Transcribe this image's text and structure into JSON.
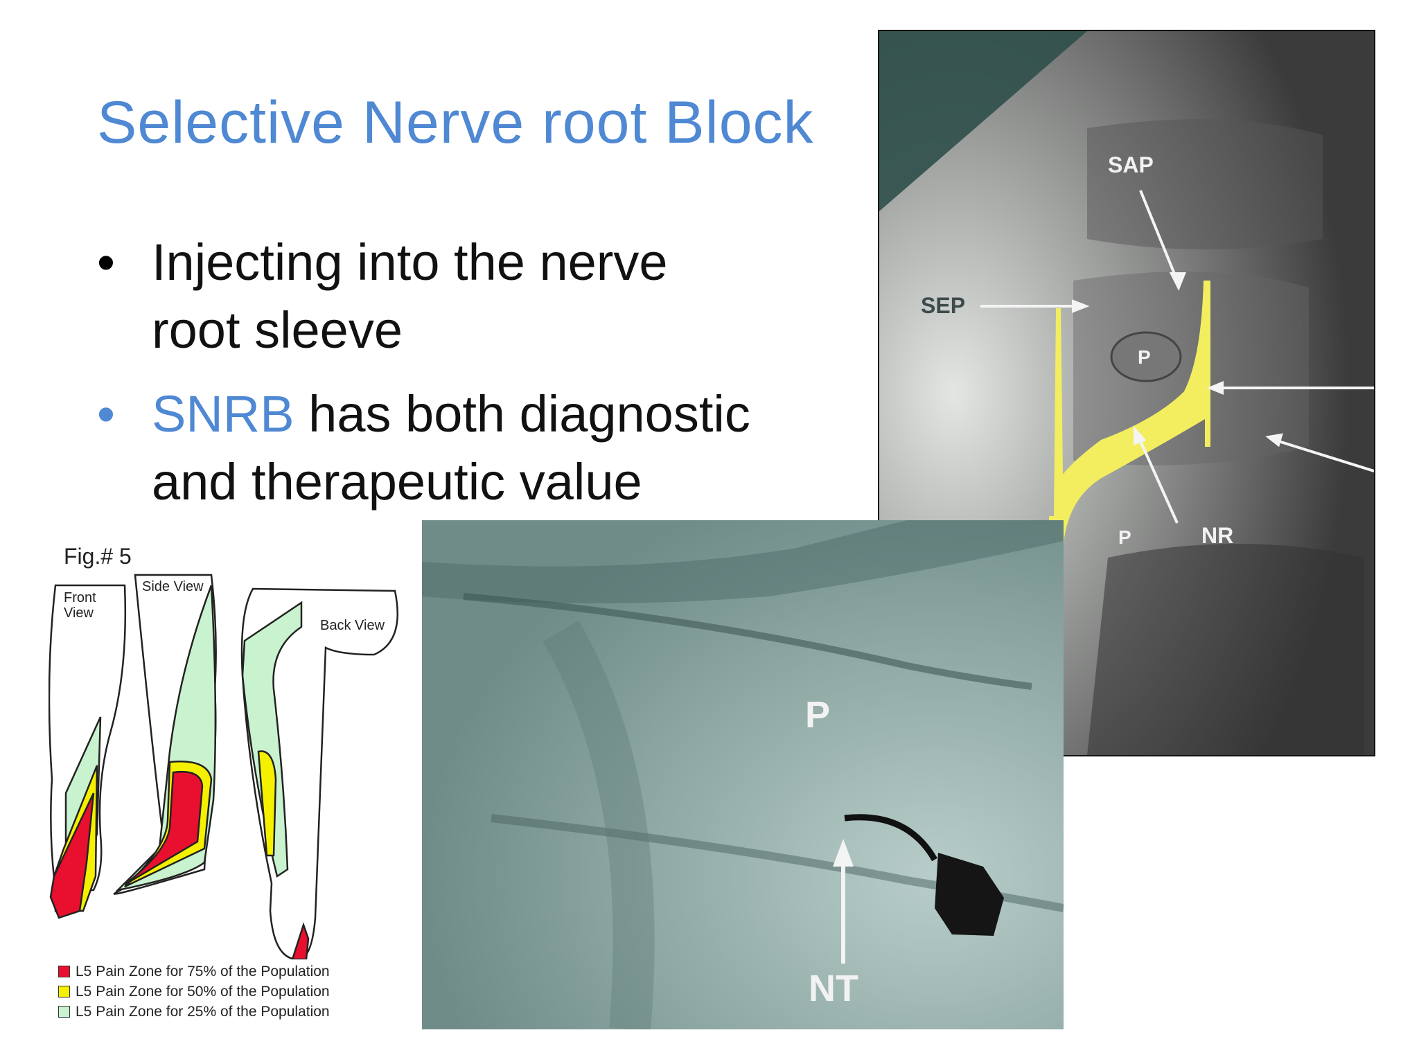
{
  "slide": {
    "title": "Selective Nerve root Block",
    "bullets": [
      {
        "lines": [
          "Injecting into the nerve",
          "root sleeve"
        ]
      },
      {
        "highlight": "SNRB",
        "lines": [
          " has both diagnostic",
          "and therapeutic value"
        ]
      }
    ],
    "colors": {
      "title": "#4f88d3",
      "highlight": "#4f88d3",
      "contrast": "#f2ee60"
    }
  },
  "xray_right": {
    "labels": {
      "sap": "SAP",
      "sep": "SEP",
      "p1": "P",
      "p2": "P",
      "nr": "NR"
    }
  },
  "xray_bottom": {
    "labels": {
      "p": "P",
      "nt": "NT"
    }
  },
  "figure": {
    "caption": "Fig.# 5",
    "views": {
      "front": "Front View",
      "side": "Side View",
      "back": "Back View"
    },
    "legend": [
      {
        "label": "L5 Pain Zone for 75% of the Population",
        "color": "#e8102e"
      },
      {
        "label": "L5 Pain Zone for 50% of the Population",
        "color": "#f5f000"
      },
      {
        "label": "L5 Pain Zone for 25% of the Population",
        "color": "#c9f2cf"
      }
    ]
  }
}
